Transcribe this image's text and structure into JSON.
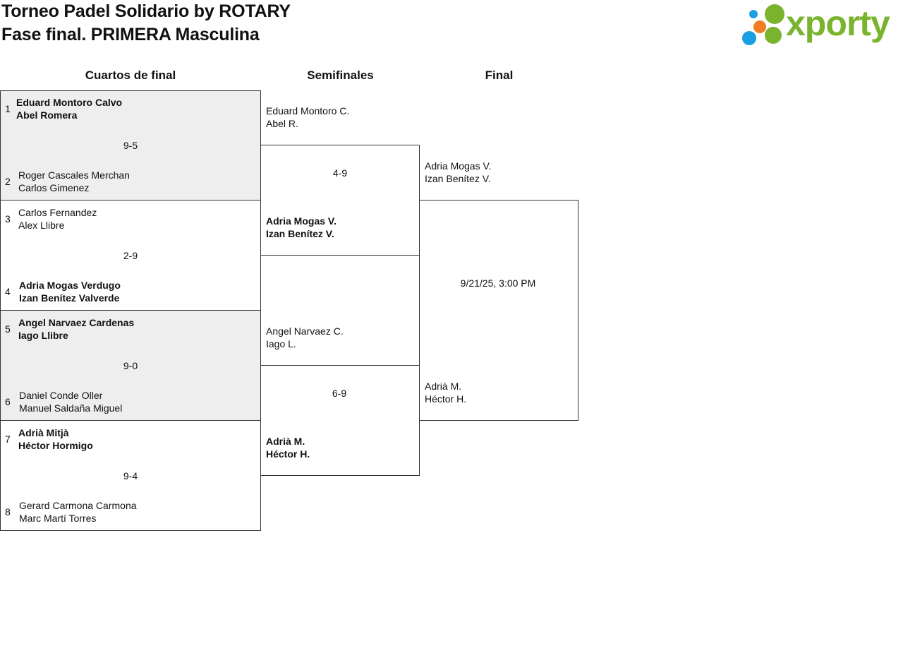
{
  "header": {
    "title_line1": "Torneo Padel Solidario by ROTARY",
    "title_line2": "Fase final. PRIMERA Masculina"
  },
  "logo": {
    "text": "xporty",
    "colors": {
      "green": "#7ab32e",
      "blue": "#1aa0e0",
      "orange": "#ef7d22"
    }
  },
  "rounds": {
    "quarterfinals": "Cuartos de final",
    "semifinals": "Semifinales",
    "final": "Final"
  },
  "quarterfinals": [
    {
      "score": "9-5",
      "top": {
        "seed": "1",
        "player1": "Eduard Montoro Calvo",
        "player2": "Abel Romera",
        "winner": true
      },
      "bottom": {
        "seed": "2",
        "player1": "Roger Cascales Merchan",
        "player2": "Carlos Gimenez",
        "winner": false
      }
    },
    {
      "score": "2-9",
      "top": {
        "seed": "3",
        "player1": "Carlos Fernandez",
        "player2": "Alex Llibre",
        "winner": false
      },
      "bottom": {
        "seed": "4",
        "player1": "Adria Mogas Verdugo",
        "player2": "Izan Benítez Valverde",
        "winner": true
      }
    },
    {
      "score": "9-0",
      "top": {
        "seed": "5",
        "player1": "Angel Narvaez Cardenas",
        "player2": "Iago Llibre",
        "winner": true
      },
      "bottom": {
        "seed": "6",
        "player1": "Daniel Conde Oller",
        "player2": "Manuel Saldaña Miguel",
        "winner": false
      }
    },
    {
      "score": "9-4",
      "top": {
        "seed": "7",
        "player1": "Adrià Mitjà",
        "player2": "Héctor Hormigo",
        "winner": true
      },
      "bottom": {
        "seed": "8",
        "player1": "Gerard Carmona Carmona",
        "player2": "Marc Martí Torres",
        "winner": false
      }
    }
  ],
  "semifinals": [
    {
      "score": "4-9",
      "top": {
        "player1": "Eduard Montoro C.",
        "player2": "Abel R.",
        "winner": false
      },
      "bottom": {
        "player1": "Adria Mogas V.",
        "player2": "Izan Benítez V.",
        "winner": true
      }
    },
    {
      "score": "6-9",
      "top": {
        "player1": "Angel Narvaez C.",
        "player2": "Iago L.",
        "winner": false
      },
      "bottom": {
        "player1": "Adrià M.",
        "player2": "Héctor H.",
        "winner": true
      }
    }
  ],
  "final": {
    "datetime": "9/21/25, 3:00 PM",
    "top": {
      "player1": "Adria Mogas V.",
      "player2": "Izan Benítez V."
    },
    "bottom": {
      "player1": "Adrià M.",
      "player2": "Héctor H."
    }
  }
}
